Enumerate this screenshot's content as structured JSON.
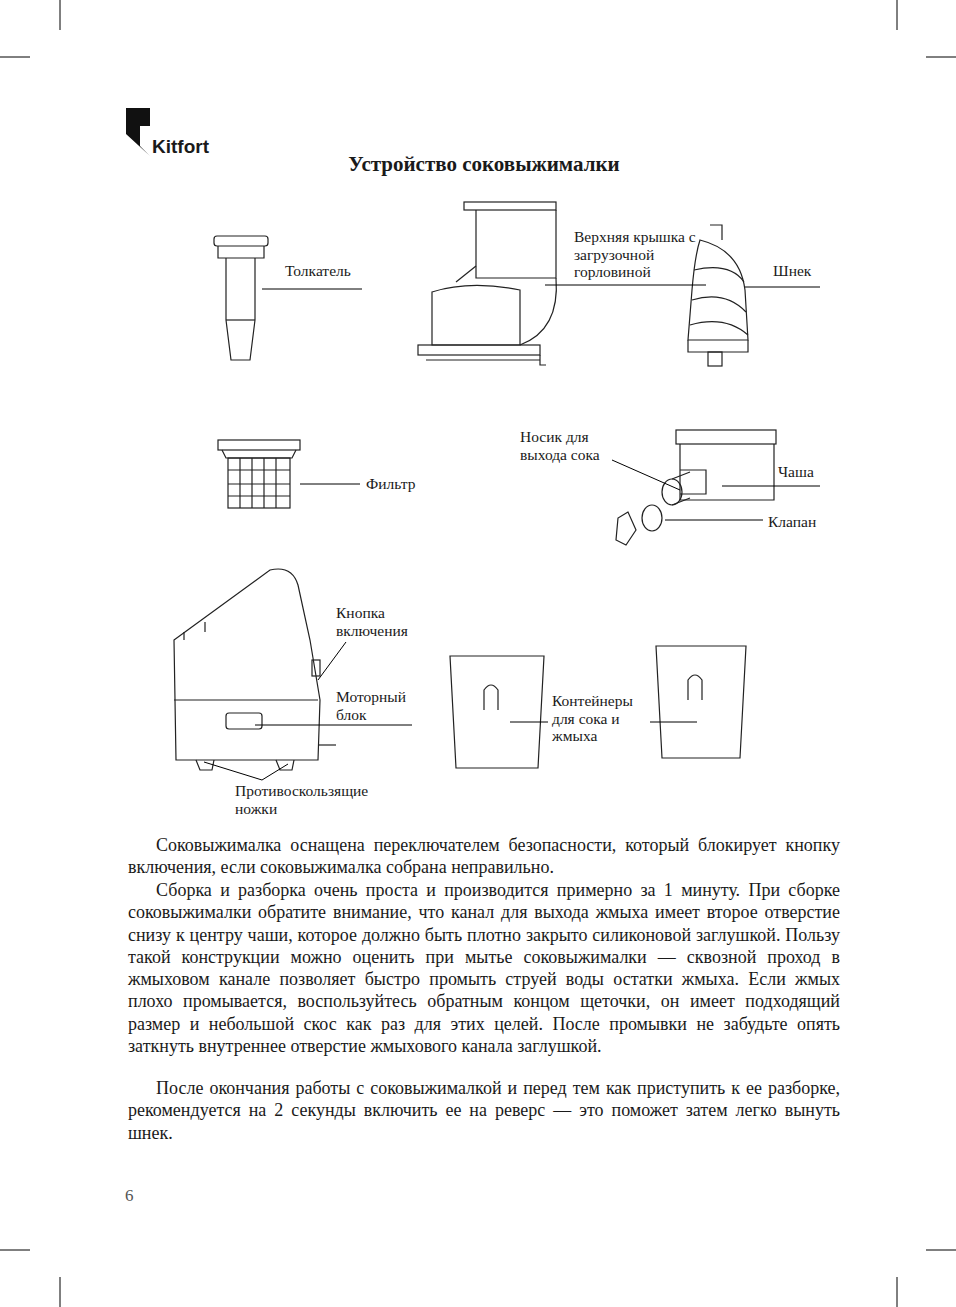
{
  "diagram": {
    "title": "Устройство соковыжималки",
    "labels": [
      "Kitfort",
      "Толкатель",
      "Верхняя крышка с загрузочной горловиной",
      "Шнек",
      "Фильтр",
      "Носик для выхода сока",
      "Чаша",
      "Клапан",
      "Кнопка включения",
      "Моторный блок",
      "Контейнеры для сока и жмыха",
      "Противоскользящие ножки",
      "Соковыжималка оснащена переключателем безопасности, который блокирует кнопку включения, если соковыжималка собрана неправильно.",
      "Сборка и разборка очень проста и производится примерно за 1 минуту. При сборке соковыжималки обратите внимание, что канал для выхода жмыха имеет второе отверстие снизу к центру чаши, которое должно быть плотно закрыто силиконовой заглушкой. Пользу такой конструкции можно оценить при мытье соковыжималки — сквозной проход в жмыховом канале позволяет быстро промыть струей воды остатки жмыха. Если жмых плохо промывается, воспользуйтесь обратным концом щеточки, он имеет подходящий размер и небольшой скос как раз для этих целей. После промывки не забудьте опять заткнуть внутреннее отверстие жмыхового канала заглушкой.",
      "После окончания работы с соковыжималкой и перед тем как приступить к ее разборке, рекомендуется на 2 секунды включить ее на реверс — это поможет затем легко вынуть шнек.",
      "6"
    ]
  }
}
